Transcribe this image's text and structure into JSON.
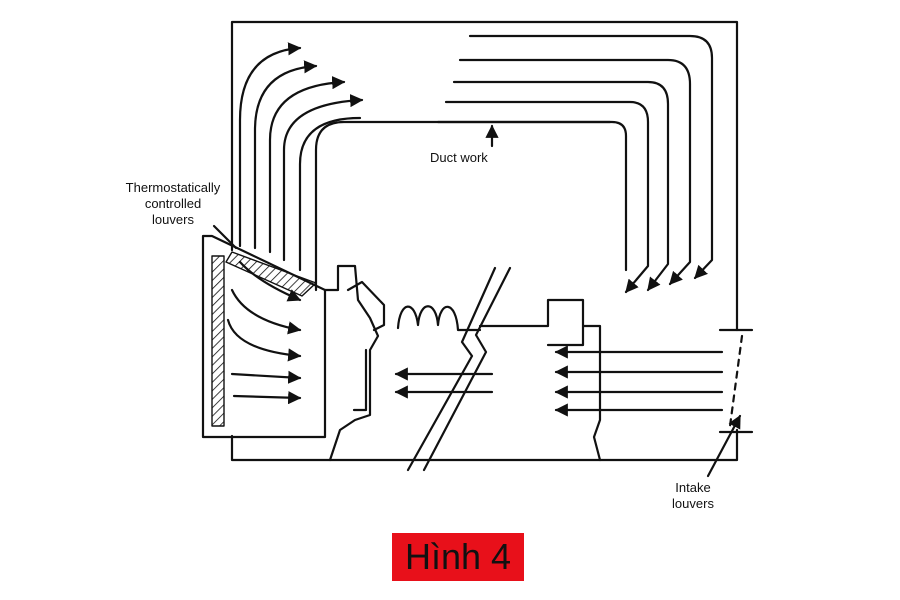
{
  "labels": {
    "thermostatic_louvers": [
      "Thermostatically",
      "controlled",
      "louvers"
    ],
    "duct_work": "Duct work",
    "intake_louvers": [
      "Intake",
      "louvers"
    ]
  },
  "caption": {
    "text": "Hình 4",
    "background": "#e8101a"
  },
  "colors": {
    "line": "#111111",
    "background": "#ffffff"
  }
}
